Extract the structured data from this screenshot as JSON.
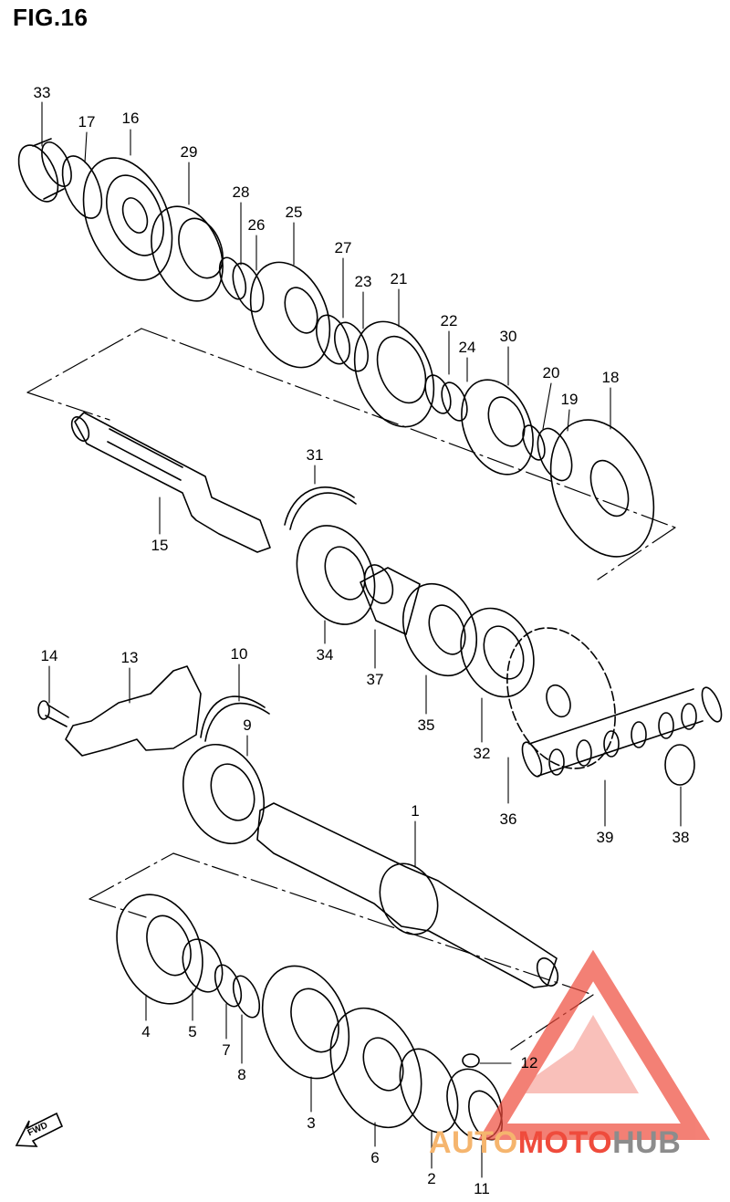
{
  "figure": {
    "title": "FIG.16"
  },
  "callouts": [
    {
      "id": "33",
      "label": "33"
    },
    {
      "id": "17",
      "label": "17"
    },
    {
      "id": "16",
      "label": "16"
    },
    {
      "id": "29",
      "label": "29"
    },
    {
      "id": "28",
      "label": "28"
    },
    {
      "id": "26",
      "label": "26"
    },
    {
      "id": "25",
      "label": "25"
    },
    {
      "id": "27",
      "label": "27"
    },
    {
      "id": "23",
      "label": "23"
    },
    {
      "id": "21",
      "label": "21"
    },
    {
      "id": "22",
      "label": "22"
    },
    {
      "id": "24",
      "label": "24"
    },
    {
      "id": "30",
      "label": "30"
    },
    {
      "id": "20",
      "label": "20"
    },
    {
      "id": "19",
      "label": "19"
    },
    {
      "id": "18",
      "label": "18"
    },
    {
      "id": "31",
      "label": "31"
    },
    {
      "id": "15",
      "label": "15"
    },
    {
      "id": "34",
      "label": "34"
    },
    {
      "id": "37",
      "label": "37"
    },
    {
      "id": "35",
      "label": "35"
    },
    {
      "id": "32",
      "label": "32"
    },
    {
      "id": "36",
      "label": "36"
    },
    {
      "id": "39",
      "label": "39"
    },
    {
      "id": "38",
      "label": "38"
    },
    {
      "id": "14",
      "label": "14"
    },
    {
      "id": "13",
      "label": "13"
    },
    {
      "id": "10",
      "label": "10"
    },
    {
      "id": "9",
      "label": "9"
    },
    {
      "id": "1",
      "label": "1"
    },
    {
      "id": "4",
      "label": "4"
    },
    {
      "id": "5",
      "label": "5"
    },
    {
      "id": "7",
      "label": "7"
    },
    {
      "id": "8",
      "label": "8"
    },
    {
      "id": "3",
      "label": "3"
    },
    {
      "id": "6",
      "label": "6"
    },
    {
      "id": "12",
      "label": "12"
    },
    {
      "id": "2",
      "label": "2"
    },
    {
      "id": "11",
      "label": "11"
    }
  ],
  "direction_marker": {
    "label": "FWD"
  },
  "watermark": {
    "part1": "AUTO",
    "part2": "MOTO",
    "part3": "HUB"
  },
  "colors": {
    "line": "#000000",
    "watermark_red": "#ef4b3c",
    "watermark_orange": "#f5b56e",
    "watermark_gray": "#8c8c8c"
  }
}
